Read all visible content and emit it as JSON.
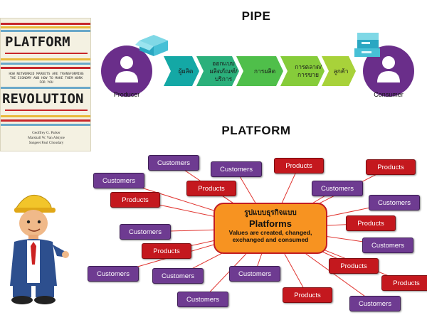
{
  "book": {
    "title_line1": "PLATFORM",
    "title_line2": "REVOLUTION",
    "subtitle": "HOW NETWORKED MARKETS ARE TRANSFORMING THE ECONOMY AND HOW TO MAKE THEM WORK FOR YOU",
    "authors": [
      "Geoffrey G. Parker",
      "Marshall W. Van Alstyne",
      "Sangeet Paul Choudary"
    ]
  },
  "pipe": {
    "title": "PIPE",
    "producer_label": "Producer",
    "consumer_label": "Consumer",
    "steps": [
      "ผู้ผลิต",
      "ออกแบบ ผลิตภัณฑ์/ บริการ",
      "การผลิต",
      "การตลาด/ การขาย",
      "ลูกค้า"
    ]
  },
  "platform": {
    "title": "PLATFORM",
    "center_thai": "รูปแบบธุรกิจแบบ",
    "center_title": "Platforms",
    "center_desc": "Values are created, changed, exchanged and consumed",
    "customer_label": "Customers",
    "product_label": "Products"
  },
  "colors": {
    "customer": "#6e3b91",
    "product": "#c4181e",
    "center_fill": "#f79321",
    "link_line": "#e0342f",
    "person_circle": "#6a2e8a"
  },
  "icons": [
    "person-icon",
    "box-icon",
    "worker-icon"
  ]
}
